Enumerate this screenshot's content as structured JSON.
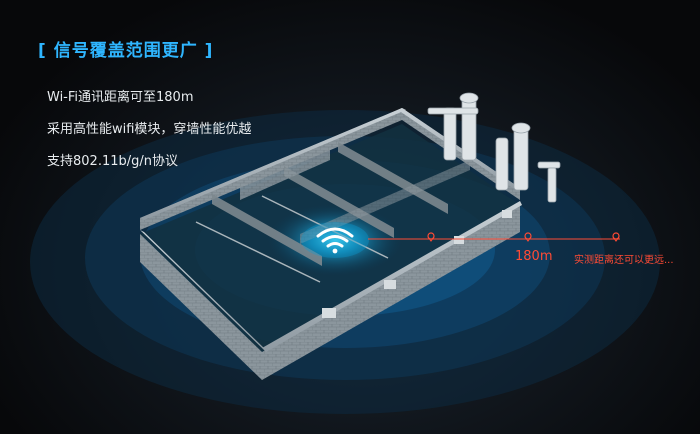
{
  "title": "[ 信号覆盖范围更广 ]",
  "features": [
    "Wi-Fi通讯距离可至180m",
    "采用高性能wifi模块，穿墙性能优越",
    "支持802.11b/g/n协议"
  ],
  "distance_label": "180m",
  "farther_label": "实测距离还可以更远...",
  "colors": {
    "accent_blue": "#2fb6ff",
    "signal_red": "#ff4b35",
    "feature_text": "#e8ecef",
    "background": "#0a0b0d"
  },
  "icons": [
    "wifi-icon",
    "location-pin-icon"
  ]
}
